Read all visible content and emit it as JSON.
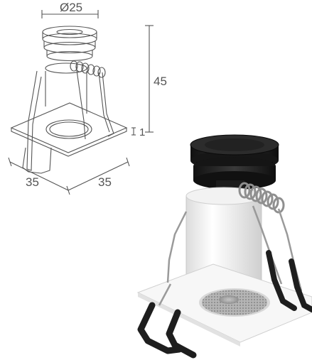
{
  "dimensions": {
    "diameter": "Ø25",
    "height": "45",
    "plate_thickness": "1",
    "width_left": "35",
    "width_right": "35"
  },
  "colors": {
    "line": "#555555",
    "body": "#f4f4f4",
    "dark": "#2b2b2b",
    "spring": "#9a9a9a",
    "clip_handle": "#1e1e1e"
  },
  "icons": {
    "drawing": "technical-drawing-recessed-downlight",
    "photo": "product-photo-recessed-downlight"
  }
}
